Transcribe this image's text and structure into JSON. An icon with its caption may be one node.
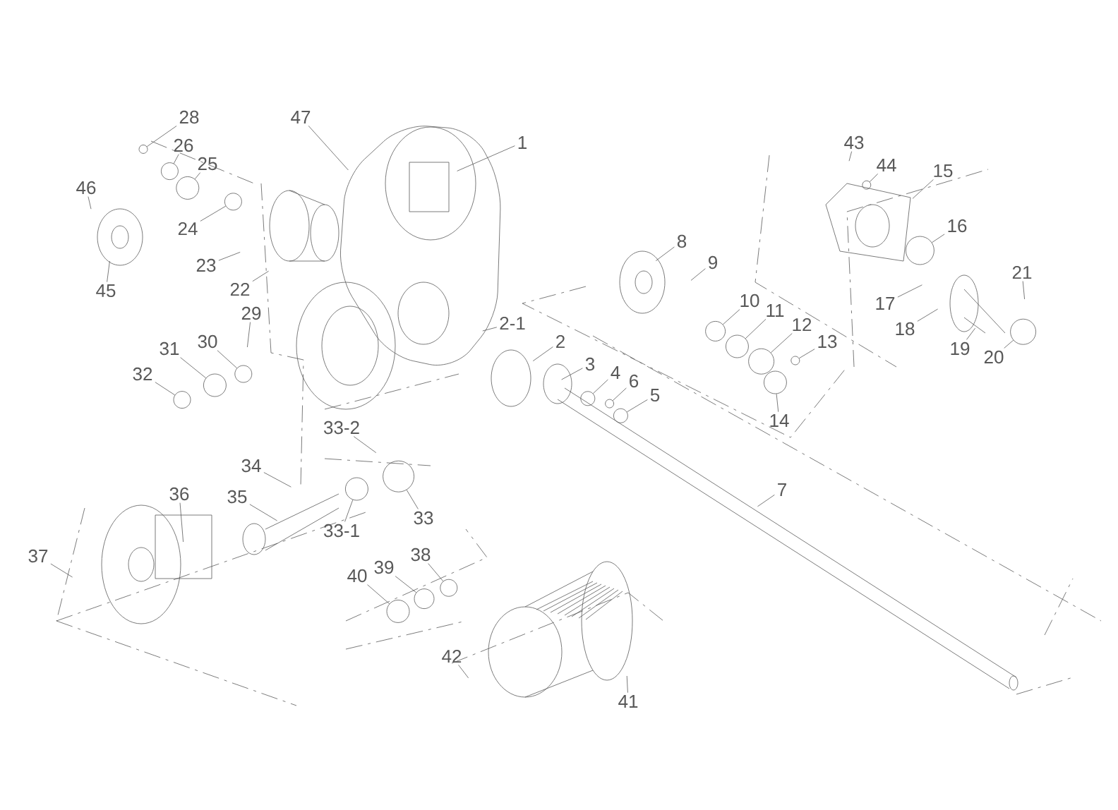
{
  "diagram": {
    "nodes": [
      {
        "text": [
          "28"
        ]
      },
      {
        "text": [
          "47"
        ]
      },
      {
        "text": [
          "26"
        ]
      },
      {
        "text": [
          "25"
        ]
      },
      {
        "text": [
          "1"
        ]
      },
      {
        "text": [
          "46"
        ]
      },
      {
        "text": [
          "24"
        ]
      },
      {
        "text": [
          "23"
        ]
      },
      {
        "text": [
          "45"
        ]
      },
      {
        "text": [
          "22"
        ]
      },
      {
        "text": [
          "29"
        ]
      },
      {
        "text": [
          "30"
        ]
      },
      {
        "text": [
          "31"
        ]
      },
      {
        "text": [
          "32"
        ]
      },
      {
        "text": [
          "43"
        ]
      },
      {
        "text": [
          "44"
        ]
      },
      {
        "text": [
          "15"
        ]
      },
      {
        "text": [
          "16"
        ]
      },
      {
        "text": [
          "8"
        ]
      },
      {
        "text": [
          "9"
        ]
      },
      {
        "text": [
          "21"
        ]
      },
      {
        "text": [
          "17"
        ]
      },
      {
        "text": [
          "18"
        ]
      },
      {
        "text": [
          "19"
        ]
      },
      {
        "text": [
          "20"
        ]
      },
      {
        "text": [
          "2-1"
        ]
      },
      {
        "text": [
          "10"
        ]
      },
      {
        "text": [
          "11"
        ]
      },
      {
        "text": [
          "12"
        ]
      },
      {
        "text": [
          "13"
        ]
      },
      {
        "text": [
          "2"
        ]
      },
      {
        "text": [
          "3"
        ]
      },
      {
        "text": [
          "4"
        ]
      },
      {
        "text": [
          "6"
        ]
      },
      {
        "text": [
          "5"
        ]
      },
      {
        "text": [
          "14"
        ]
      },
      {
        "text": [
          "33-2"
        ]
      },
      {
        "text": [
          "34"
        ]
      },
      {
        "text": [
          "36"
        ]
      },
      {
        "text": [
          "35"
        ]
      },
      {
        "text": [
          "7"
        ]
      },
      {
        "text": [
          "33"
        ]
      },
      {
        "text": [
          "33-1"
        ]
      },
      {
        "text": [
          "37"
        ]
      },
      {
        "text": [
          "38"
        ]
      },
      {
        "text": [
          "39"
        ]
      },
      {
        "text": [
          "40"
        ]
      },
      {
        "text": [
          "42"
        ]
      },
      {
        "text": [
          "41"
        ]
      },
      {
        "text": [],
        "shape": "circle"
      },
      {
        "text": [],
        "shape": "circle"
      },
      {
        "text": [],
        "shape": "circle"
      },
      {
        "text": [],
        "shape": "circle"
      },
      {
        "text": [],
        "shape": "circle"
      },
      {
        "text": [],
        "shape": "circle"
      },
      {
        "text": [],
        "shape": "circle"
      },
      {
        "text": [],
        "shape": "circle"
      },
      {
        "text": [],
        "shape": "circle"
      },
      {
        "text": [],
        "shape": "circle"
      },
      {
        "text": [],
        "shape": "circle"
      },
      {
        "text": [],
        "shape": "circle"
      },
      {
        "text": [],
        "shape": "circle"
      },
      {
        "text": [],
        "shape": "circle"
      },
      {
        "text": [],
        "shape": "circle"
      },
      {
        "text": [],
        "shape": "circle"
      },
      {
        "text": [],
        "shape": "circle"
      },
      {
        "text": [],
        "shape": "circle"
      },
      {
        "text": [],
        "shape": "circle"
      },
      {
        "text": [],
        "shape": "circle"
      },
      {
        "text": [],
        "shape": "circle"
      },
      {
        "text": [],
        "shape": "circle"
      },
      {
        "text": [],
        "shape": "circle"
      }
    ],
    "edges": [
      {
        "from": 0,
        "to": 49,
        "arrow": "none"
      },
      {
        "from": 1,
        "to": null,
        "arrow": "none"
      },
      {
        "from": 2,
        "to": 50,
        "arrow": "none"
      },
      {
        "from": 3,
        "to": 51,
        "arrow": "none"
      },
      {
        "from": 4,
        "to": null,
        "arrow": "none"
      },
      {
        "from": 5,
        "to": null,
        "arrow": "none"
      },
      {
        "from": 6,
        "to": 52,
        "arrow": "none"
      },
      {
        "from": 7,
        "to": null,
        "arrow": "none"
      },
      {
        "from": 8,
        "to": null,
        "arrow": "none"
      },
      {
        "from": 9,
        "to": null,
        "arrow": "none"
      },
      {
        "from": 10,
        "to": null,
        "arrow": "none"
      },
      {
        "from": 11,
        "to": 53,
        "arrow": "none"
      },
      {
        "from": 12,
        "to": 54,
        "arrow": "none"
      },
      {
        "from": 13,
        "to": 55,
        "arrow": "none"
      },
      {
        "from": 14,
        "to": null,
        "arrow": "none"
      },
      {
        "from": 15,
        "to": 56,
        "arrow": "none"
      },
      {
        "from": 16,
        "to": null,
        "arrow": "none"
      },
      {
        "from": 17,
        "to": 57,
        "arrow": "none"
      },
      {
        "from": 18,
        "to": null,
        "arrow": "none"
      },
      {
        "from": 19,
        "to": null,
        "arrow": "none"
      },
      {
        "from": 20,
        "to": null,
        "arrow": "none"
      },
      {
        "from": 21,
        "to": null,
        "arrow": "none"
      },
      {
        "from": 22,
        "to": null,
        "arrow": "none"
      },
      {
        "from": 23,
        "to": null,
        "arrow": "none"
      },
      {
        "from": 24,
        "to": 58,
        "arrow": "none"
      },
      {
        "from": 25,
        "to": null,
        "arrow": "none"
      },
      {
        "from": 26,
        "to": 59,
        "arrow": "none"
      },
      {
        "from": 27,
        "to": 60,
        "arrow": "none"
      },
      {
        "from": 28,
        "to": 61,
        "arrow": "none"
      },
      {
        "from": 29,
        "to": 62,
        "arrow": "none"
      },
      {
        "from": 30,
        "to": null,
        "arrow": "none"
      },
      {
        "from": 31,
        "to": null,
        "arrow": "none"
      },
      {
        "from": 32,
        "to": 63,
        "arrow": "none"
      },
      {
        "from": 33,
        "to": 64,
        "arrow": "none"
      },
      {
        "from": 34,
        "to": 65,
        "arrow": "none"
      },
      {
        "from": 35,
        "to": 66,
        "arrow": "none"
      },
      {
        "from": 36,
        "to": null,
        "arrow": "none"
      },
      {
        "from": 37,
        "to": null,
        "arrow": "none"
      },
      {
        "from": 38,
        "to": null,
        "arrow": "none"
      },
      {
        "from": 39,
        "to": null,
        "arrow": "none"
      },
      {
        "from": 40,
        "to": null,
        "arrow": "none"
      },
      {
        "from": 41,
        "to": 67,
        "arrow": "none"
      },
      {
        "from": 42,
        "to": 68,
        "arrow": "none"
      },
      {
        "from": 43,
        "to": null,
        "arrow": "none"
      },
      {
        "from": 44,
        "to": 69,
        "arrow": "none"
      },
      {
        "from": 45,
        "to": 70,
        "arrow": "none"
      },
      {
        "from": 46,
        "to": 71,
        "arrow": "none"
      },
      {
        "from": 47,
        "to": null,
        "arrow": "none"
      },
      {
        "from": 48,
        "to": null,
        "arrow": "none"
      }
    ]
  }
}
